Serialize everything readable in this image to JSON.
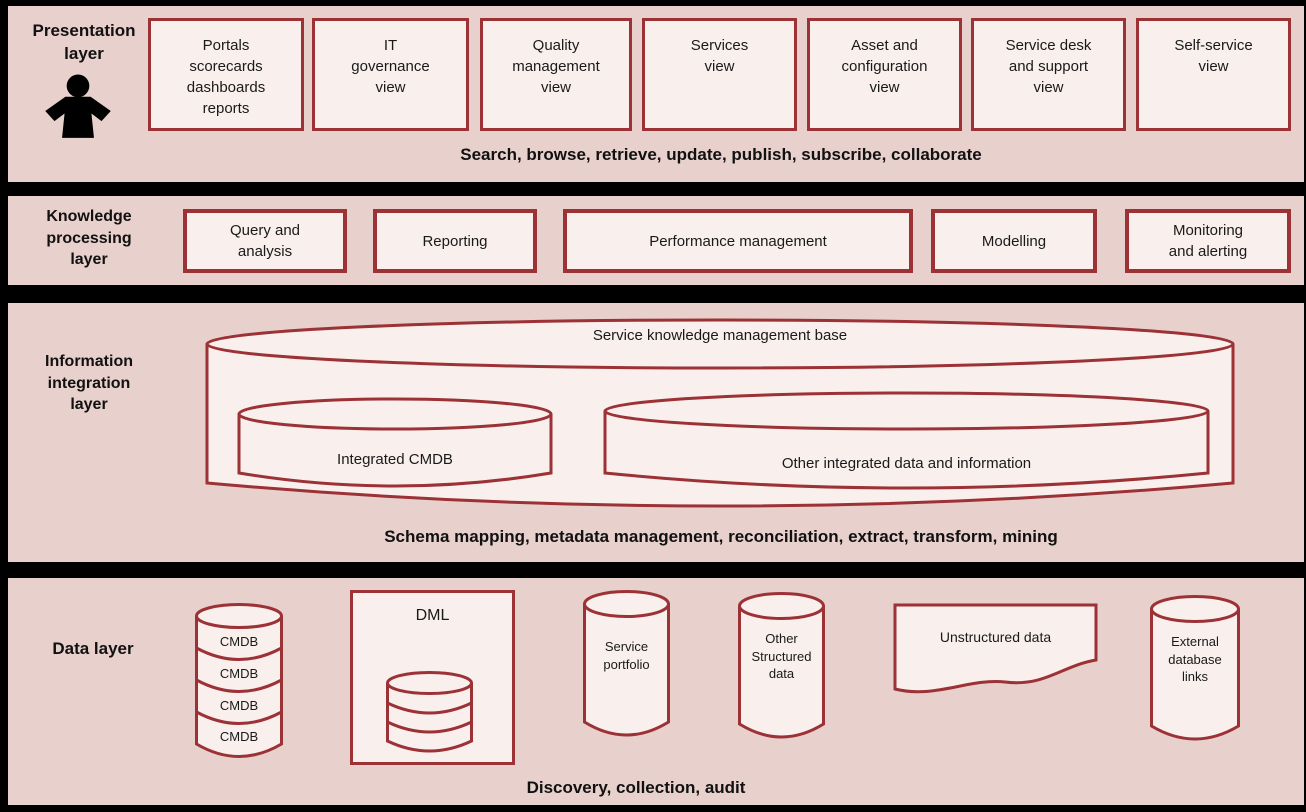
{
  "colors": {
    "band_background": "#e8d0cc",
    "shape_fill": "#f9efec",
    "border_red": "#9c3136",
    "separator_black": "#000000",
    "text": "#1a1a1a"
  },
  "presentation_layer": {
    "label": "Presentation\nlayer",
    "icon": "person-icon",
    "boxes": [
      "Portals\nscorecards\ndashboards\nreports",
      "IT\ngovernance\nview",
      "Quality\nmanagement\nview",
      "Services\nview",
      "Asset and\nconfiguration\nview",
      "Service desk\nand support\nview",
      "Self-service\nview"
    ],
    "caption": "Search, browse, retrieve, update, publish, subscribe, collaborate"
  },
  "knowledge_layer": {
    "label": "Knowledge\nprocessing\nlayer",
    "boxes": [
      "Query and\nanalysis",
      "Reporting",
      "Performance management",
      "Modelling",
      "Monitoring\nand alerting"
    ]
  },
  "integration_layer": {
    "label": "Information\nintegration\nlayer",
    "base_label": "Service knowledge management base",
    "cylinders": [
      "Integrated CMDB",
      "Other integrated data and information"
    ],
    "caption": "Schema mapping, metadata management, reconciliation, extract, transform, mining"
  },
  "data_layer": {
    "label": "Data layer",
    "cmdb_stack": [
      "CMDB",
      "CMDB",
      "CMDB",
      "CMDB"
    ],
    "dml": "DML",
    "service_portfolio": "Service\nportfolio",
    "other_structured": "Other\nStructured\ndata",
    "unstructured": "Unstructured data",
    "external_links": "External\ndatabase\nlinks",
    "caption": "Discovery, collection, audit"
  }
}
